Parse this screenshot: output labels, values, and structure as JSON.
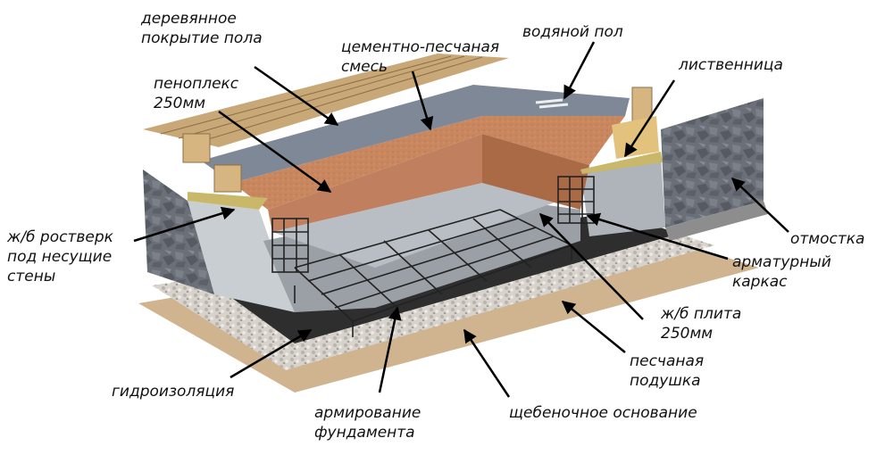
{
  "labels": {
    "wood_floor": "деревянное\nпокрытие пола",
    "cement_sand": "цементно-песчаная\nсмесь",
    "water_floor": "водяной пол",
    "penoplex": "пеноплекс\n250мм",
    "larch": "лиственница",
    "rostverk": "ж/б ростверк\nпод несущие\nстены",
    "otmostka": "отмостка",
    "rebar_cage": "арматурный\nкаркас",
    "slab": "ж/б плита\n250мм",
    "sand_cushion": "песчаная\nподушка",
    "waterproofing": "гидроизоляция",
    "foundation_reinforcement": "армирование\nфундамента",
    "gravel_base": "щебеночное основание"
  },
  "colors": {
    "wood": "#c9a877",
    "wood_dark": "#8e6f47",
    "stone": "#6b7078",
    "concrete": "#c9ced3",
    "concrete_dark": "#9aa0a6",
    "foam": "#c9875f",
    "foam_dark": "#a96a45",
    "screed": "#7f8896",
    "gravel": "#d7d3cc",
    "sand": "#cfb48f",
    "rebar": "#222222",
    "waterproof": "#2e2e2e",
    "arrow": "#000000"
  }
}
